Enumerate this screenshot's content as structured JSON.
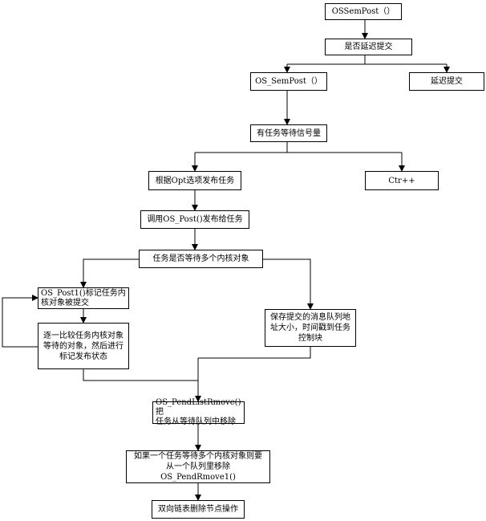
{
  "nodes": {
    "ossempost": "OSSemPost（）",
    "delay_check": "是否延迟提交",
    "os_sempost": "OS_SemPost（）",
    "delay_submit": "延迟提交",
    "waiting_check": "有任务等待信号量",
    "opt_publish": "根据Opt选项发布任务",
    "ctr_inc": "Ctr++",
    "call_post": "调用OS_Post()发布给任务",
    "multi_obj_check": "任务是否等待多个内核对象",
    "post1_mark": "OS_Post1()标记任务内\n核对象被提交",
    "compare_objects": "逐一比较任务内核对象\n等待的对象，然后进行\n标记发布状态",
    "save_msg": "保存提交的消息队列地\n址大小，时间戳到任务\n控制块",
    "pendlist_remove": "OS_PendListRmove()把\n任务从等待队列中移除",
    "multi_remove": "如果一个任务等待多个内核对象则要\n从一个队列里移除OS_PendRmove1()",
    "dlist_delete": "双向链表删除节点操作"
  }
}
